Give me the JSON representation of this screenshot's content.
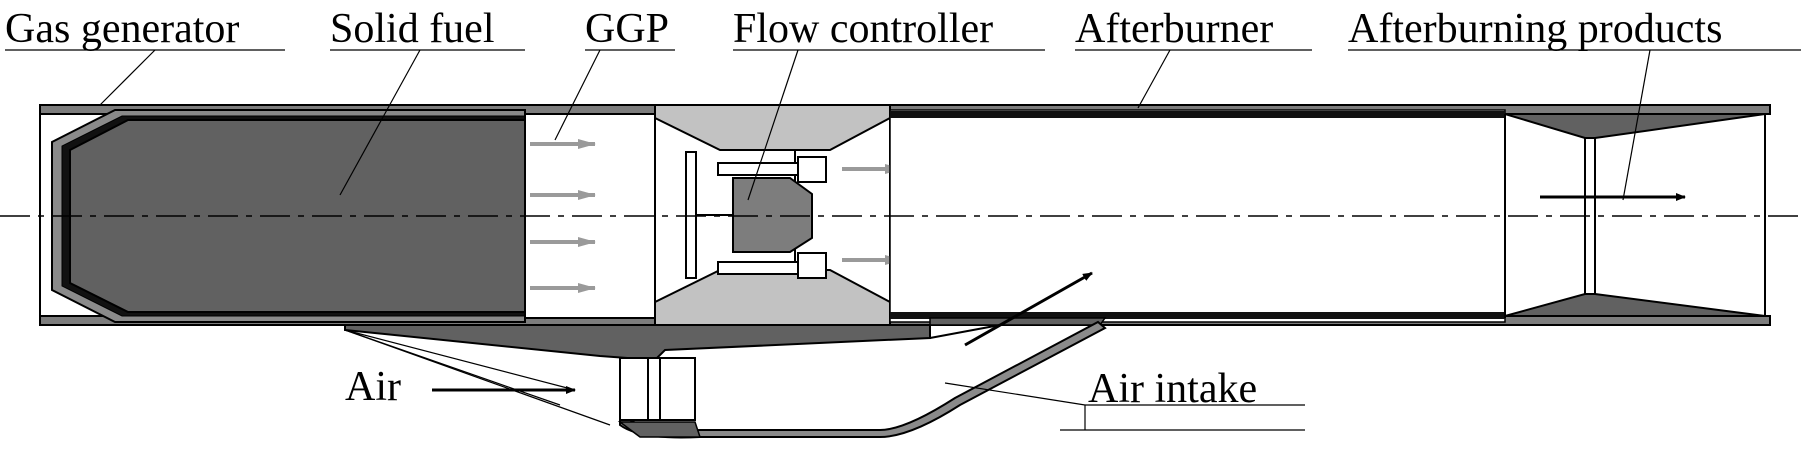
{
  "labels": {
    "gas_generator": "Gas generator",
    "solid_fuel": "Solid fuel",
    "ggp": "GGP",
    "flow_controller": "Flow controller",
    "afterburner": "Afterburner",
    "afterburning_products": "Afterburning products",
    "air": "Air",
    "air_intake": "Air intake"
  },
  "colors": {
    "dark_fill": "#616161",
    "medium_fill": "#7d7d7d",
    "light_fill": "#c2c2c2",
    "arrow_gray": "#9a9a9a",
    "outline": "#000000"
  }
}
